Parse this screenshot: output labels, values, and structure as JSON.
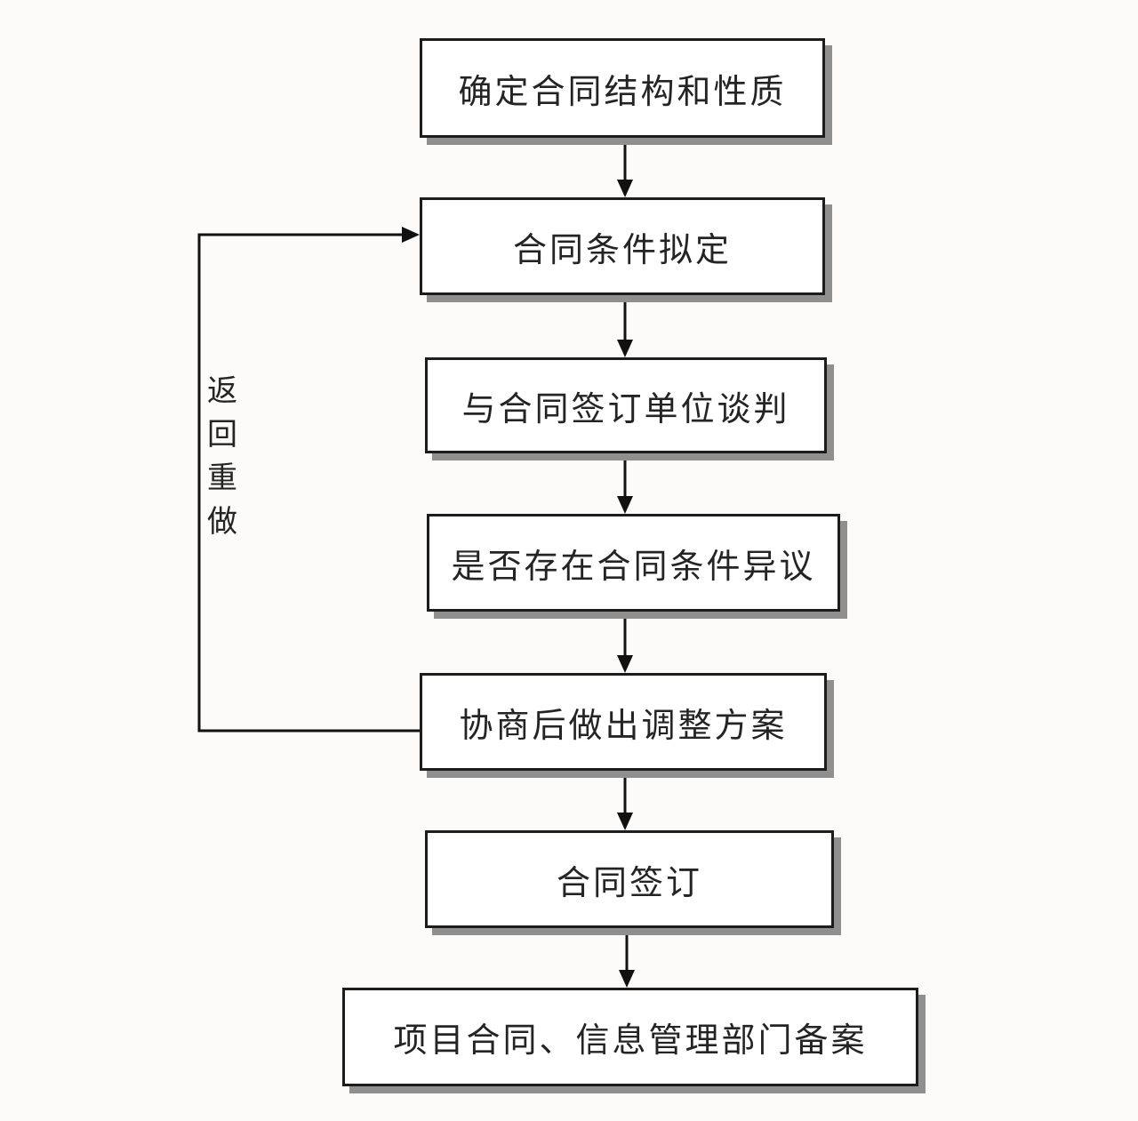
{
  "diagram": {
    "type": "flowchart",
    "nodes": [
      {
        "label": "确定合同结构和性质"
      },
      {
        "label": "合同条件拟定"
      },
      {
        "label": "与合同签订单位谈判"
      },
      {
        "label": "是否存在合同条件异议"
      },
      {
        "label": "协商后做出调整方案"
      },
      {
        "label": "合同签订"
      },
      {
        "label": "项目合同、信息管理部门备案"
      }
    ],
    "edges": [
      {
        "from": 0,
        "to": 1
      },
      {
        "from": 1,
        "to": 2
      },
      {
        "from": 2,
        "to": 3
      },
      {
        "from": 3,
        "to": 4
      },
      {
        "from": 4,
        "to": 5
      },
      {
        "from": 5,
        "to": 6
      },
      {
        "from": 4,
        "to": 1,
        "label": "返回重做",
        "kind": "feedback-loop"
      }
    ],
    "loop_label": "返回重做",
    "colors": {
      "background": "#fcfbfa",
      "box_fill": "#ffffff",
      "box_border": "#1c1c1c",
      "box_shadow": "#8f8f8f",
      "connector": "#111111",
      "text": "#242424"
    }
  }
}
